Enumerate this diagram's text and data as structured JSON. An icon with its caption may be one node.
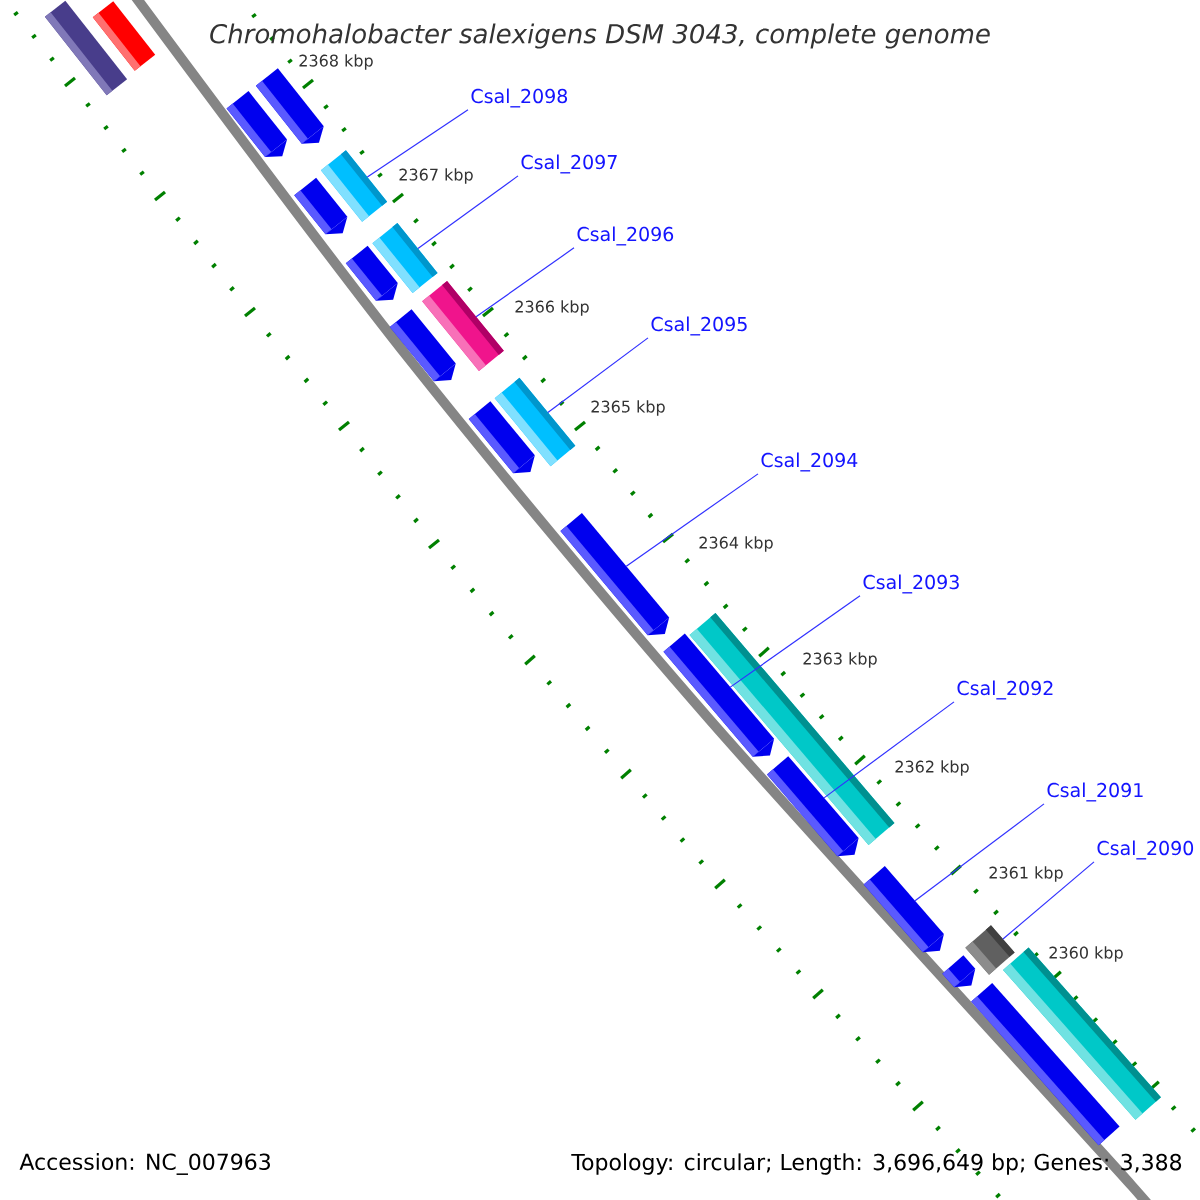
{
  "diagram": {
    "title": "Chromohalobacter salexigens DSM 3043, complete genome",
    "nodes": [
      {
        "text": [
          "Csal_2098"
        ]
      },
      {
        "text": [
          "Csal_2097"
        ]
      },
      {
        "text": [
          "Csal_2096"
        ]
      },
      {
        "text": [
          "Csal_2095"
        ]
      },
      {
        "text": [
          "Csal_2094"
        ]
      },
      {
        "text": [
          "Csal_2093"
        ]
      },
      {
        "text": [
          "Csal_2092"
        ]
      },
      {
        "text": [
          "Csal_2091"
        ]
      },
      {
        "text": [
          "Csal_2090"
        ]
      },
      {
        "text": [],
        "shape": "bar"
      },
      {
        "text": [],
        "shape": "bar"
      },
      {
        "text": [],
        "shape": "pentagon"
      },
      {
        "text": [],
        "shape": "pentagon"
      },
      {
        "text": [],
        "shape": "bar"
      },
      {
        "text": [],
        "shape": "pentagon"
      },
      {
        "text": [],
        "shape": "bar"
      },
      {
        "text": [],
        "shape": "pentagon"
      },
      {
        "text": [],
        "shape": "bar"
      },
      {
        "text": [],
        "shape": "pentagon"
      },
      {
        "text": [],
        "shape": "bar"
      },
      {
        "text": [],
        "shape": "pentagon"
      },
      {
        "text": [],
        "shape": "pentagon"
      },
      {
        "text": [],
        "shape": "pentagon"
      },
      {
        "text": [],
        "shape": "bar"
      },
      {
        "text": [],
        "shape": "pentagon"
      },
      {
        "text": [],
        "shape": "pentagon"
      },
      {
        "text": [],
        "shape": "bar"
      },
      {
        "text": [],
        "shape": "pentagon"
      },
      {
        "text": [],
        "shape": "bar"
      },
      {
        "text": [],
        "shape": "bar"
      }
    ],
    "edges": [
      {
        "from": 0,
        "to": 13,
        "arrow": "none"
      },
      {
        "from": 1,
        "to": 15,
        "arrow": "none"
      },
      {
        "from": 2,
        "to": 17,
        "arrow": "none"
      },
      {
        "from": 3,
        "to": 19,
        "arrow": "none"
      },
      {
        "from": 4,
        "to": 21,
        "arrow": "none"
      },
      {
        "from": 5,
        "to": 22,
        "arrow": "none"
      },
      {
        "from": 6,
        "to": 24,
        "arrow": "none"
      },
      {
        "from": 7,
        "to": 25,
        "arrow": "none"
      },
      {
        "from": 8,
        "to": 26,
        "arrow": "none"
      }
    ],
    "labels": [
      "2368 kbp",
      "2367 kbp",
      "2366 kbp",
      "2365 kbp",
      "2364 kbp",
      "2363 kbp",
      "2362 kbp",
      "2361 kbp",
      "2360 kbp",
      "Accession: NC_007963",
      "Topology: circular; Length: 3,696,649 bp; Genes: 3,388"
    ]
  }
}
